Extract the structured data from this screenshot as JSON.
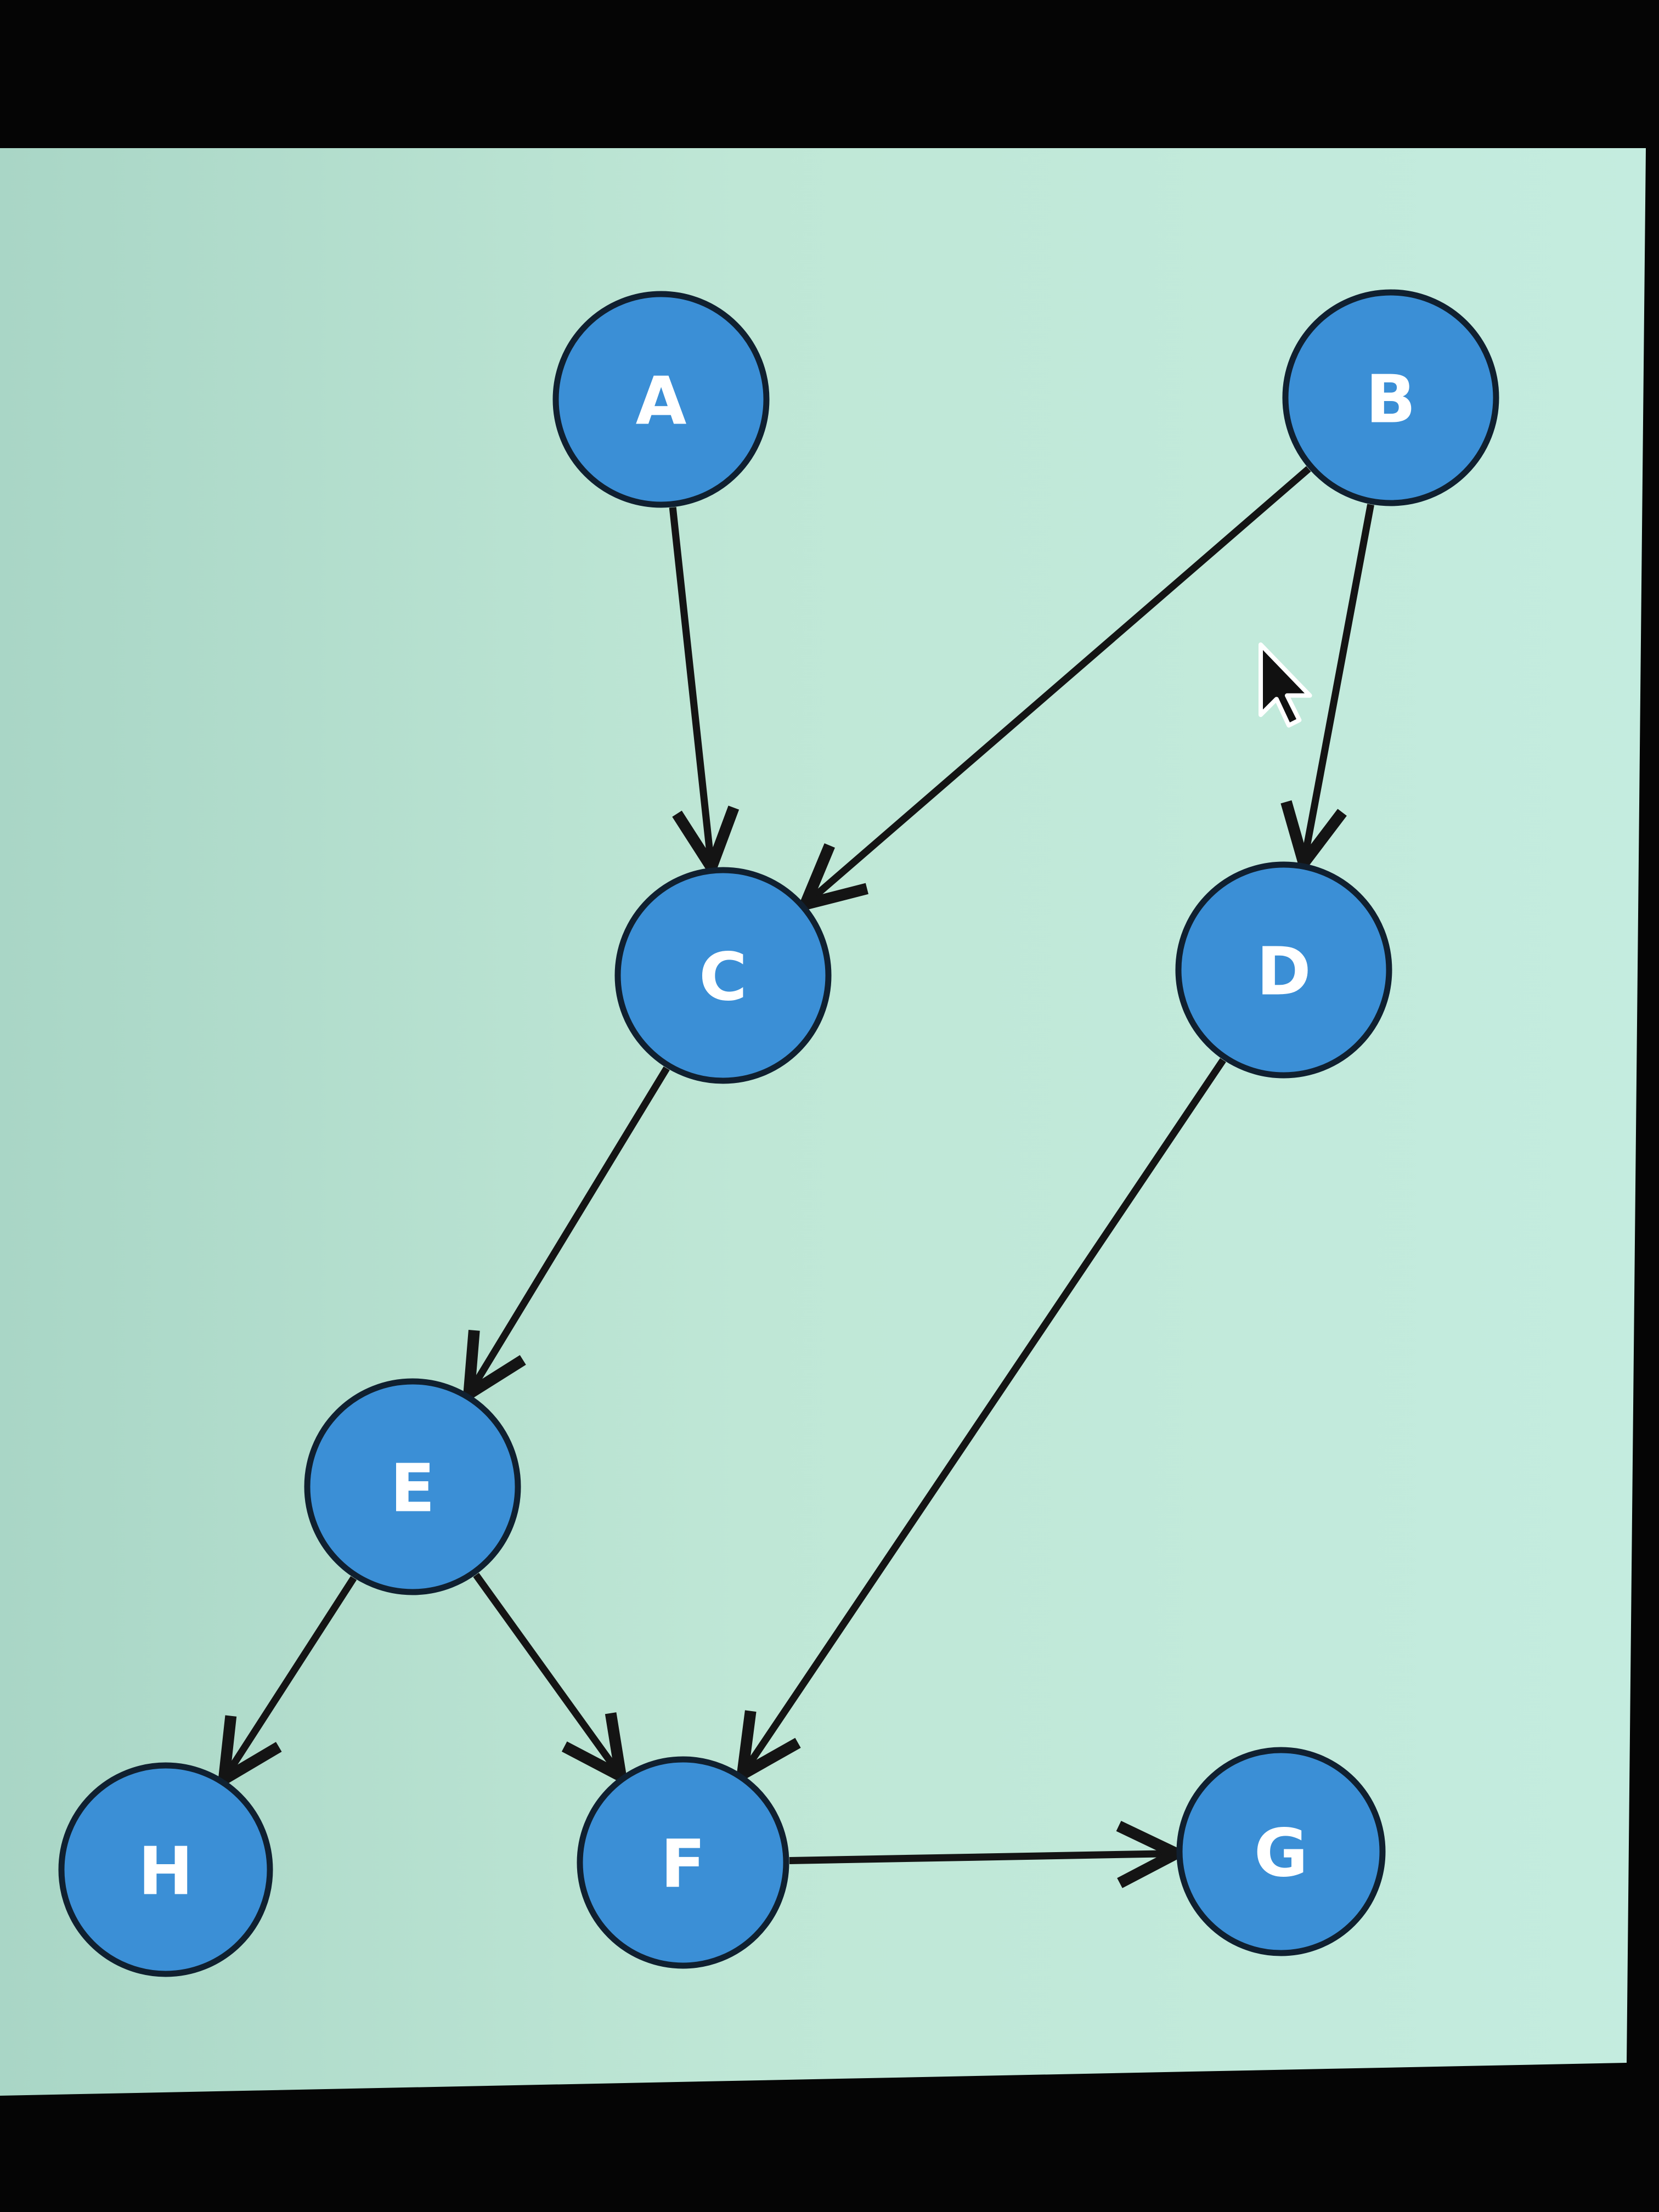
{
  "diagram": {
    "colors": {
      "background": "#bfe5d4",
      "node_fill": "#3b8fd6",
      "node_stroke": "#102030",
      "label": "#ffffff",
      "edge": "#141414"
    },
    "nodes": [
      {
        "id": "A",
        "label": "A"
      },
      {
        "id": "B",
        "label": "B"
      },
      {
        "id": "C",
        "label": "C"
      },
      {
        "id": "D",
        "label": "D"
      },
      {
        "id": "E",
        "label": "E"
      },
      {
        "id": "F",
        "label": "F"
      },
      {
        "id": "G",
        "label": "G"
      },
      {
        "id": "H",
        "label": "H"
      }
    ],
    "edges": [
      {
        "from": "A",
        "to": "C"
      },
      {
        "from": "B",
        "to": "C"
      },
      {
        "from": "B",
        "to": "D"
      },
      {
        "from": "C",
        "to": "E"
      },
      {
        "from": "D",
        "to": "F"
      },
      {
        "from": "E",
        "to": "H"
      },
      {
        "from": "E",
        "to": "F"
      },
      {
        "from": "F",
        "to": "G"
      }
    ],
    "cursor_icon": "arrow-cursor-icon"
  }
}
